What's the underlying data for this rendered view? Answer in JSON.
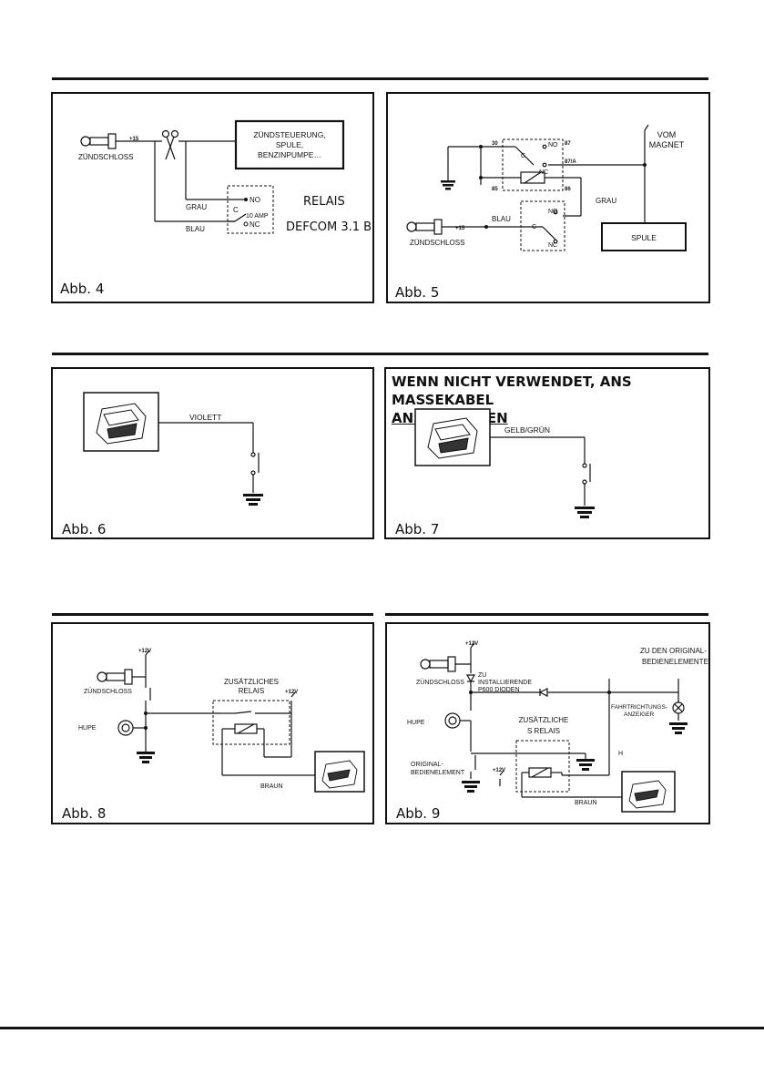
{
  "fig4": {
    "caption": "Abb. 4",
    "ignition": "ZÜNDSCHLOSS",
    "plus15": "+15",
    "box_line1": "ZÜNDSTEUERUNG,",
    "box_line2": "SPULE,",
    "box_line3": "BENZINPUMPE…",
    "grau": "GRAU",
    "blau": "BLAU",
    "no": "NO",
    "nc": "NC",
    "c": "C",
    "amp": "10 AMP",
    "relais": "RELAIS",
    "model": "DEFCOM 3.1 B"
  },
  "fig5": {
    "caption": "Abb. 5",
    "vom": "VOM",
    "magnet": "MAGNET",
    "p30": "30",
    "p87": "87",
    "p87a": "87/A",
    "p85": "85",
    "p86": "86",
    "no": "NO",
    "nc": "NC",
    "c": "C",
    "grau": "GRAU",
    "blau": "BLAU",
    "plus15": "+15",
    "ignition": "ZÜNDSCHLOSS",
    "spule": "SPULE"
  },
  "fig6": {
    "caption": "Abb. 6",
    "wire": "VIOLETT"
  },
  "fig7": {
    "caption": "Abb. 7",
    "headline1": "WENN NICHT VERWENDET, ANS MASSEKABEL",
    "headline2": "ANSCHLIESSEN",
    "wire": "GELB/GRÜN"
  },
  "fig8": {
    "caption": "Abb. 8",
    "v12a": "+12V",
    "v12b": "+12V",
    "ignition": "ZÜNDSCHLOSS",
    "hupe": "HUPE",
    "relay1": "ZUSÄTZLICHES",
    "relay2": "RELAIS",
    "braun": "BRAUN"
  },
  "fig9": {
    "caption": "Abb. 9",
    "v12a": "+12V",
    "v12b": "+12V",
    "ignition": "ZÜNDSCHLOSS",
    "diode1": "ZU",
    "diode2": "INSTALLIERENDE",
    "diode3": "P600 DIODEN",
    "orig1": "ZU DEN ORIGINAL-",
    "orig2": "BEDIENELEMENTE",
    "fahrt1": "FAHRTRICHTUNGS-",
    "fahrt2": "ANZEIGER",
    "hupe": "HUPE",
    "relay1": "ZUSÄTZLICHE",
    "relay2": "S RELAIS",
    "bed1": "ORIGINAL-",
    "bed2": "BEDIENELEMENT",
    "h": "H",
    "braun": "BRAUN"
  }
}
